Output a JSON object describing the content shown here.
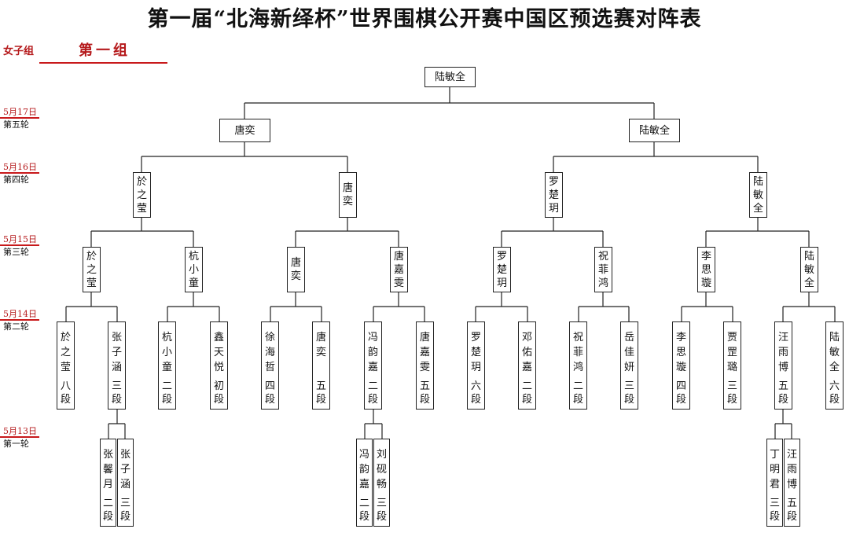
{
  "title": "第一届“北海新绎杯”世界围棋公开赛中国区预选赛对阵表",
  "group_category": "女子组",
  "group_name": "第一组",
  "rounds": [
    {
      "date": "5月17日",
      "name": "第五轮"
    },
    {
      "date": "5月16日",
      "name": "第四轮"
    },
    {
      "date": "5月15日",
      "name": "第三轮"
    },
    {
      "date": "5月14日",
      "name": "第二轮"
    },
    {
      "date": "5月13日",
      "name": "第一轮"
    }
  ],
  "bracket": {
    "winner": "陆敏全",
    "round5": [
      "唐奕",
      "陆敏全"
    ],
    "round4": [
      "於之莹",
      "唐奕",
      "罗楚玥",
      "陆敏全"
    ],
    "round3": [
      "於之莹",
      "杭小童",
      "唐奕",
      "唐嘉雯",
      "罗楚玥",
      "祝菲鸿",
      "李思璇",
      "陆敏全"
    ],
    "round2": [
      {
        "name": "於之莹",
        "rank": "八段"
      },
      {
        "name": "张子涵",
        "rank": "三段"
      },
      {
        "name": "杭小童",
        "rank": "二段"
      },
      {
        "name": "鑫天悦",
        "rank": "初段"
      },
      {
        "name": "徐海哲",
        "rank": "四段"
      },
      {
        "name": "唐奕",
        "rank": "五段"
      },
      {
        "name": "冯韵嘉",
        "rank": "二段"
      },
      {
        "name": "唐嘉雯",
        "rank": "五段"
      },
      {
        "name": "罗楚玥",
        "rank": "六段"
      },
      {
        "name": "邓佑嘉",
        "rank": "二段"
      },
      {
        "name": "祝菲鸿",
        "rank": "二段"
      },
      {
        "name": "岳佳妍",
        "rank": "三段"
      },
      {
        "name": "李思璇",
        "rank": "四段"
      },
      {
        "name": "贾罡璐",
        "rank": "三段"
      },
      {
        "name": "汪雨博",
        "rank": "五段"
      },
      {
        "name": "陆敏全",
        "rank": "六段"
      }
    ],
    "round1": [
      {
        "name": "张馨月",
        "rank": "二段"
      },
      {
        "name": "张子涵",
        "rank": "三段"
      },
      {
        "name": "冯韵嘉",
        "rank": "二段"
      },
      {
        "name": "刘砚畅",
        "rank": "三段"
      },
      {
        "name": "丁明君",
        "rank": "三段"
      },
      {
        "name": "汪雨博",
        "rank": "五段"
      }
    ]
  }
}
